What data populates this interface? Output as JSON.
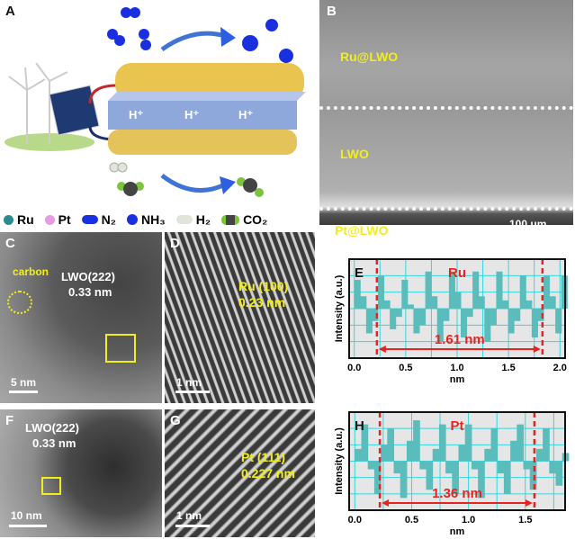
{
  "panel_a": {
    "label": "A",
    "protons": [
      "H⁺",
      "H⁺",
      "H⁺"
    ],
    "legend": [
      {
        "label": "Ru",
        "color": "#2a8a8e"
      },
      {
        "label": "Pt",
        "color": "#e79be0"
      },
      {
        "label": "N₂",
        "color": "#1a2fe0"
      },
      {
        "label": "NH₃",
        "color": "#1a2fe0"
      },
      {
        "label": "H₂",
        "color": "#dfe5d8"
      },
      {
        "label": "CO₂",
        "color": "#444444"
      }
    ]
  },
  "panel_b": {
    "label": "B",
    "top_layer": "Ru@LWO",
    "middle_layer": "LWO",
    "bottom_layer": "Pt@LWO",
    "scale": "100 μm"
  },
  "panel_c": {
    "label": "C",
    "carbon": "carbon",
    "plane": "LWO(222)",
    "spacing": "0.33 nm",
    "scale": "5 nm"
  },
  "panel_d": {
    "label": "D",
    "plane": "Ru (100)",
    "spacing": "0.23 nm",
    "scale": "1 nm"
  },
  "panel_f": {
    "label": "F",
    "plane": "LWO(222)",
    "spacing": "0.33 nm",
    "scale": "10 nm"
  },
  "panel_g": {
    "label": "G",
    "plane": "Pt (111)",
    "spacing": "0.227 nm",
    "scale": "1 nm"
  },
  "colors": {
    "accent_red": "#e8231f",
    "grid": "#33d6e0",
    "fill": "#5bbcbc",
    "annot_yellow": "#f2ee1c"
  },
  "chart_data": [
    {
      "panel": "E",
      "type": "bar",
      "title": "Ru",
      "xlabel": "nm",
      "ylabel": "Intensity (a.u.)",
      "xlim": [
        -0.05,
        2.05
      ],
      "ylim": [
        -1.2,
        1.2
      ],
      "xticks": [
        "0.0",
        "0.5",
        "1.0",
        "1.5",
        "2.0"
      ],
      "xtick_values": [
        0,
        0.5,
        1,
        1.5,
        2
      ],
      "grid": true,
      "x_start": 0,
      "x_step": 0.0575,
      "values": [
        0.7,
        0.3,
        -0.6,
        -0.3,
        0.8,
        0.2,
        -0.5,
        -0.2,
        0.7,
        0.1,
        -0.6,
        -0.4,
        0.9,
        0.3,
        -0.8,
        -0.3,
        0.9,
        0.4,
        -0.7,
        -0.2,
        0.9,
        0.3,
        -0.8,
        -0.4,
        0.9,
        0.2,
        -0.6,
        -0.3,
        0.8,
        0.2,
        -0.7,
        -0.3,
        0.8,
        0.3,
        -0.6,
        0.8
      ],
      "markers": [
        0.22,
        1.83
      ],
      "annotation": "1.61 nm"
    },
    {
      "panel": "H",
      "type": "bar",
      "title": "Pt",
      "xlabel": "nm",
      "ylabel": "Intensity (a.u.)",
      "xlim": [
        -0.05,
        1.85
      ],
      "ylim": [
        -1.2,
        1.2
      ],
      "xticks": [
        "0.0",
        "0.5",
        "1.0",
        "1.5"
      ],
      "xtick_values": [
        0,
        0.5,
        1,
        1.5
      ],
      "grid": true,
      "x_start": 0,
      "x_step": 0.057,
      "values": [
        0.3,
        0.9,
        -0.2,
        -0.8,
        0.4,
        0.8,
        -0.3,
        -0.9,
        0.5,
        1.0,
        -0.2,
        -0.7,
        0.3,
        0.9,
        -0.3,
        -0.8,
        0.4,
        0.9,
        -0.2,
        -0.9,
        0.3,
        0.8,
        -0.3,
        -0.8,
        0.5,
        0.9,
        -0.2,
        -0.7,
        0.3,
        0.8,
        -0.3,
        -0.6,
        0.2
      ],
      "markers": [
        0.22,
        1.58
      ],
      "annotation": "1.36 nm"
    }
  ]
}
